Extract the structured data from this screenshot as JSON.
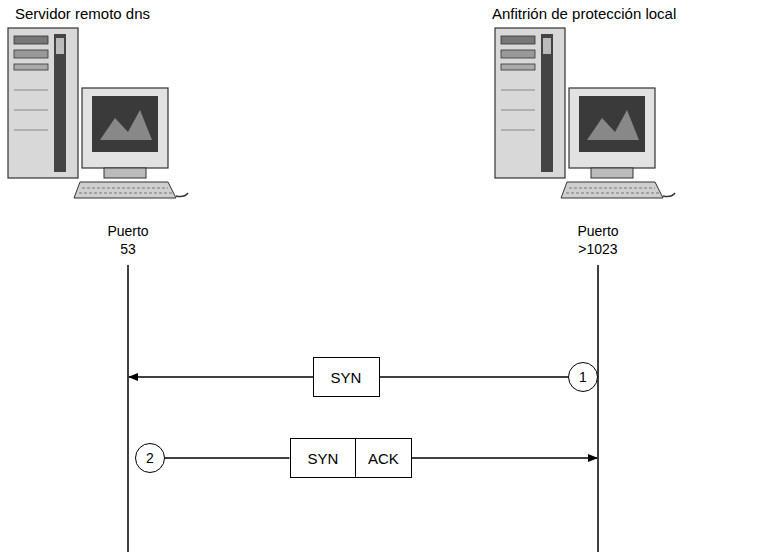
{
  "diagram": {
    "nodes": [
      {
        "text": [
          "1"
        ]
      },
      {
        "text": [
          "SYN"
        ]
      },
      {
        "text": [
          "2"
        ]
      },
      {
        "text": [
          "SYN"
        ]
      },
      {
        "text": [
          "ACK"
        ]
      }
    ],
    "edges": [
      {
        "from": 0,
        "to": 1,
        "arrow": "none"
      },
      {
        "from": 2,
        "to": 3,
        "arrow": "none"
      }
    ],
    "labels": [
      "Servidor remoto dns",
      "Anfitrión de protección local",
      "Puerto 53",
      "Puerto >1023"
    ]
  }
}
